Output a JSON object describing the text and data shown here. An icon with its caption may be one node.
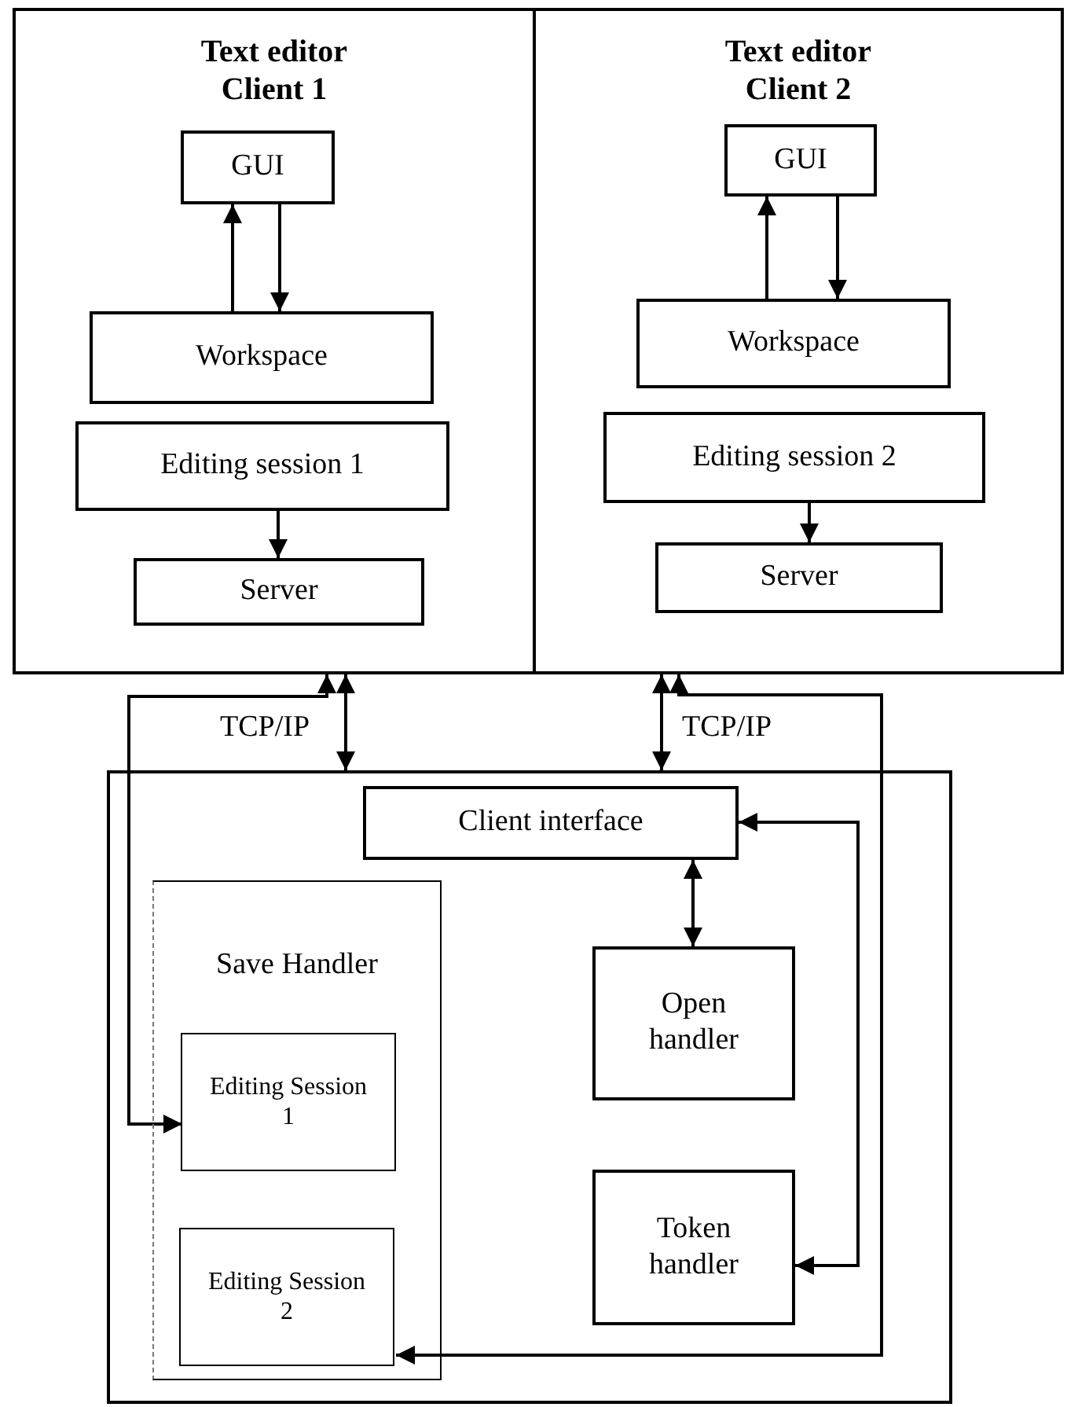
{
  "diagram": {
    "nodes": [
      {
        "text": [
          "Text editor Client 1"
        ]
      },
      {
        "text": [
          "GUI"
        ],
        "in": 0
      },
      {
        "text": [
          "Workspace"
        ],
        "in": 0
      },
      {
        "text": [
          "Editing session 1"
        ],
        "in": 0
      },
      {
        "text": [
          "Server"
        ],
        "in": 0
      },
      {
        "text": [
          "Text editor Client 2"
        ]
      },
      {
        "text": [
          "GUI"
        ],
        "in": 5
      },
      {
        "text": [
          "Workspace"
        ],
        "in": 5
      },
      {
        "text": [
          "Editing session 2"
        ],
        "in": 5
      },
      {
        "text": [
          "Server"
        ],
        "in": 5
      },
      {
        "text": [],
        "shape": "box"
      },
      {
        "text": [
          "Client interface"
        ],
        "in": 10
      },
      {
        "text": [
          "Save Handler"
        ],
        "in": 10
      },
      {
        "text": [
          "Editing Session 1"
        ],
        "in": 12
      },
      {
        "text": [
          "Editing Session 2"
        ],
        "in": 12
      },
      {
        "text": [
          "Open handler"
        ],
        "in": 10
      },
      {
        "text": [
          "Token handler"
        ],
        "in": 10
      }
    ],
    "edges": [
      {
        "from": 2,
        "to": 1,
        "arrow": "to"
      },
      {
        "from": 1,
        "to": 2,
        "arrow": "to"
      },
      {
        "from": 3,
        "to": 4,
        "arrow": "to"
      },
      {
        "from": 7,
        "to": 6,
        "arrow": "to"
      },
      {
        "from": 6,
        "to": 7,
        "arrow": "to"
      },
      {
        "from": 8,
        "to": 9,
        "arrow": "to"
      },
      {
        "from": 0,
        "to": 10,
        "arrow": "both",
        "label": "TCP/IP"
      },
      {
        "from": 5,
        "to": 10,
        "arrow": "both",
        "label": "TCP/IP"
      },
      {
        "from": 13,
        "to": 0,
        "arrow": "both"
      },
      {
        "from": 14,
        "to": 5,
        "arrow": "both"
      },
      {
        "from": 11,
        "to": 16,
        "arrow": "both"
      },
      {
        "from": 11,
        "to": 15,
        "arrow": "both"
      }
    ]
  }
}
